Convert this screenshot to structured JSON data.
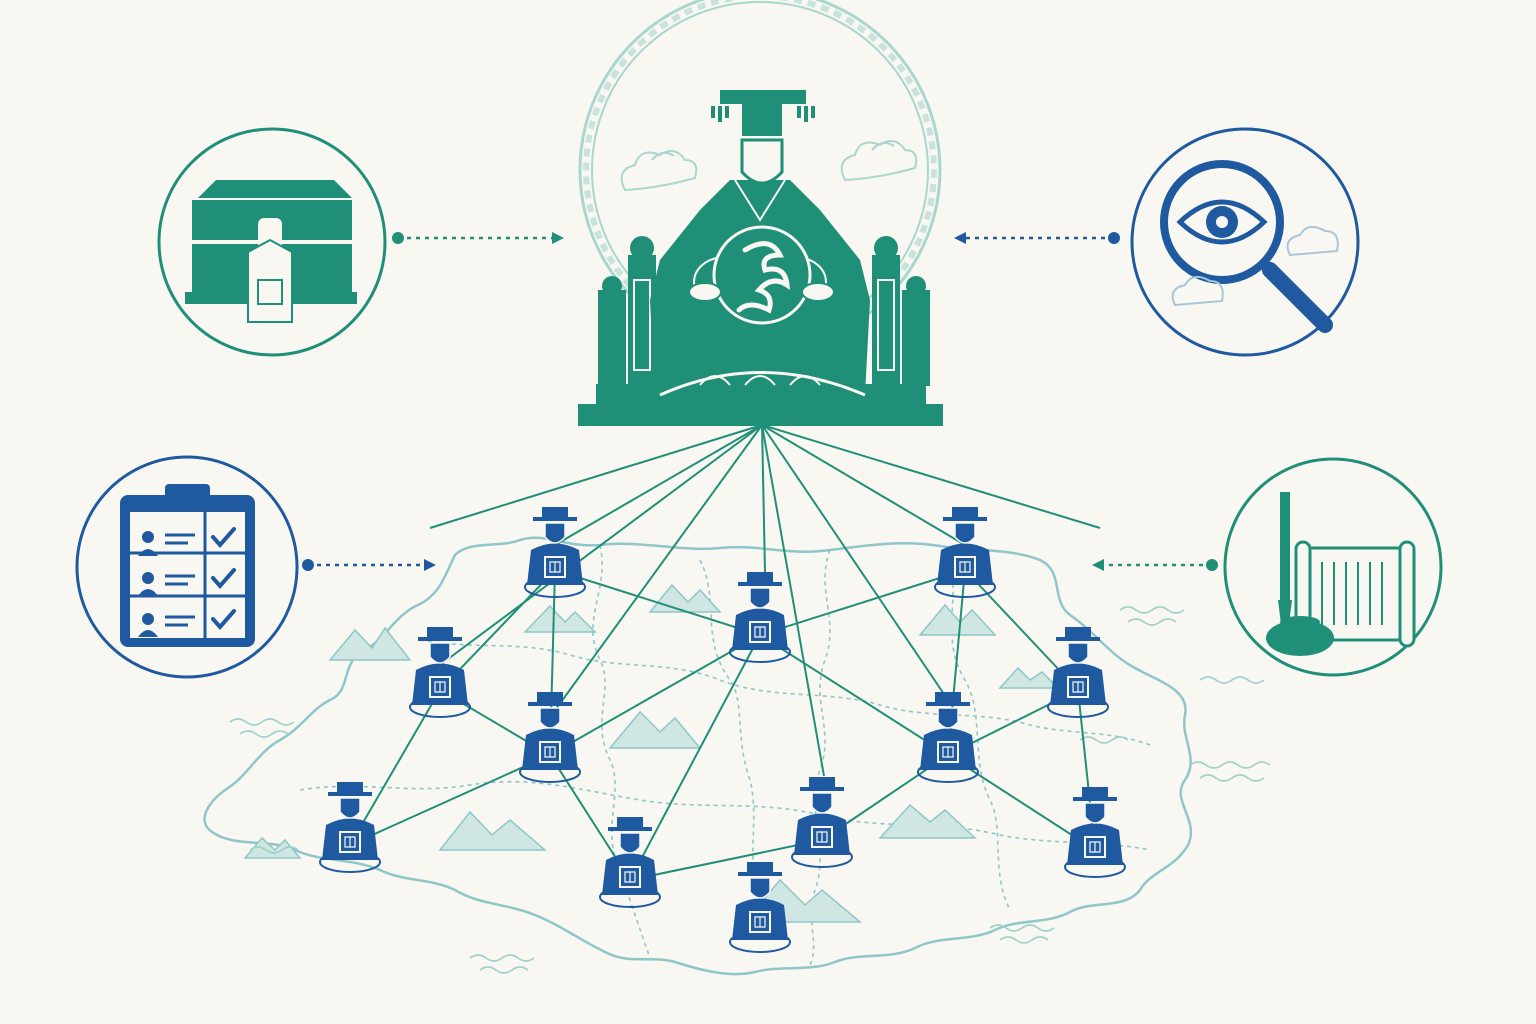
{
  "palette": {
    "background": "#f9f7f1",
    "teal": "#1f8f78",
    "teal_light": "#9fd0cc",
    "blue": "#1f5aa0",
    "map_line": "#8fc6c9"
  },
  "center": {
    "figure": "emperor-on-dragon-throne",
    "icon": "dragon-emblem"
  },
  "satellites": [
    {
      "id": "treasury",
      "icon": "sealed-chest-icon",
      "color": "teal"
    },
    {
      "id": "surveillance",
      "icon": "eye-magnifier-icon",
      "color": "blue"
    },
    {
      "id": "registry",
      "icon": "clipboard-checklist-icon",
      "color": "blue"
    },
    {
      "id": "documents",
      "icon": "brush-scroll-icon",
      "color": "teal"
    }
  ],
  "officials": [
    {
      "id": "official-1",
      "icon": "official-icon",
      "seal": "seal-emblem"
    },
    {
      "id": "official-2",
      "icon": "official-icon",
      "seal": "seal-emblem"
    },
    {
      "id": "official-3",
      "icon": "official-icon",
      "seal": "seal-emblem"
    },
    {
      "id": "official-4",
      "icon": "official-icon",
      "seal": "seal-emblem"
    },
    {
      "id": "official-5",
      "icon": "official-icon",
      "seal": "seal-emblem"
    },
    {
      "id": "official-6",
      "icon": "official-icon",
      "seal": "seal-emblem"
    },
    {
      "id": "official-7",
      "icon": "official-icon",
      "seal": "seal-emblem"
    },
    {
      "id": "official-8",
      "icon": "official-icon",
      "seal": "seal-emblem"
    },
    {
      "id": "official-9",
      "icon": "official-icon",
      "seal": "seal-emblem"
    },
    {
      "id": "official-10",
      "icon": "official-icon",
      "seal": "seal-emblem"
    },
    {
      "id": "official-11",
      "icon": "official-icon",
      "seal": "seal-emblem"
    },
    {
      "id": "official-12",
      "icon": "official-icon",
      "seal": "seal-emblem"
    }
  ]
}
